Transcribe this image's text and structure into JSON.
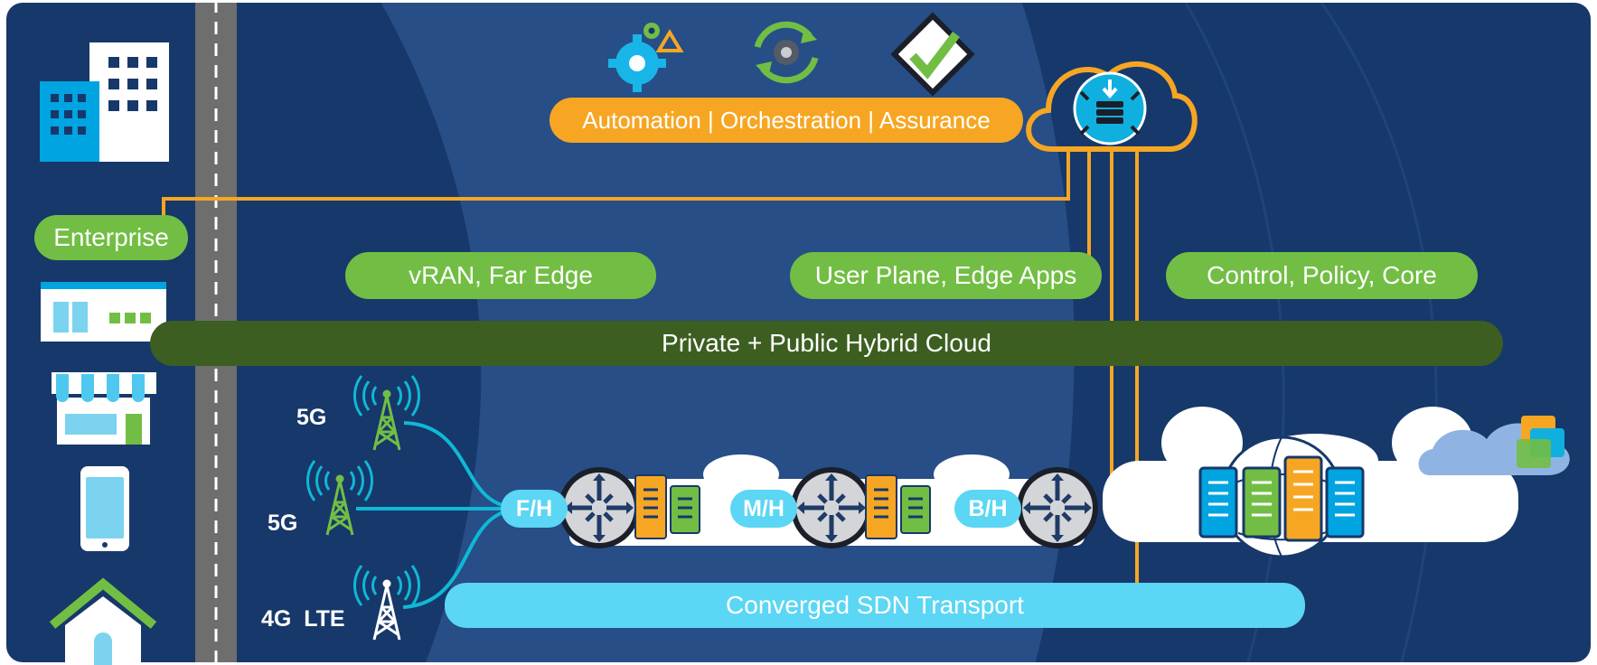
{
  "colors": {
    "background": "#17386a",
    "mid_panel": "#274e86",
    "orange": "#f6a623",
    "green": "#72be44",
    "dark_green": "#3c5e21",
    "cyan": "#5bd6f4",
    "road": "#6e6e6e",
    "white": "#ffffff"
  },
  "top": {
    "banner_label": "Automation | Orchestration | Assurance",
    "icons": [
      "automation-gears-icon",
      "orchestration-cycle-icon",
      "assurance-checkmark-icon"
    ]
  },
  "cloud_controller_icon": "cloud-controller-icon",
  "left_column": {
    "enterprise_label": "Enterprise",
    "icons": [
      "office-buildings-icon",
      "branch-office-icon",
      "retail-store-icon",
      "smartphone-icon",
      "home-icon"
    ]
  },
  "domains": {
    "vran_label": "vRAN, Far Edge",
    "user_plane_label": "User Plane, Edge Apps",
    "control_label": "Control, Policy, Core"
  },
  "hybrid_cloud_label": "Private + Public Hybrid Cloud",
  "radio": {
    "tower1_label": "5G",
    "tower2_label": "5G",
    "tower3_label": "4G  LTE"
  },
  "transport": {
    "fronthaul_label": "F/H",
    "midhaul_label": "M/H",
    "backhaul_label": "B/H",
    "sdn_label": "Converged SDN Transport"
  }
}
